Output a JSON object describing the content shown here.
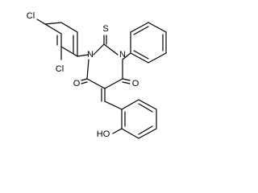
{
  "molecule": {
    "atoms": {
      "cl_top": "Cl",
      "cl_ortho": "Cl",
      "n_left": "N",
      "n_right": "N",
      "s_thione": "S",
      "o_left": "O",
      "o_right": "O",
      "hydroxyl": "HO"
    },
    "colors": {
      "bond": "#000000",
      "label": "#000000",
      "background": "#ffffff"
    }
  }
}
